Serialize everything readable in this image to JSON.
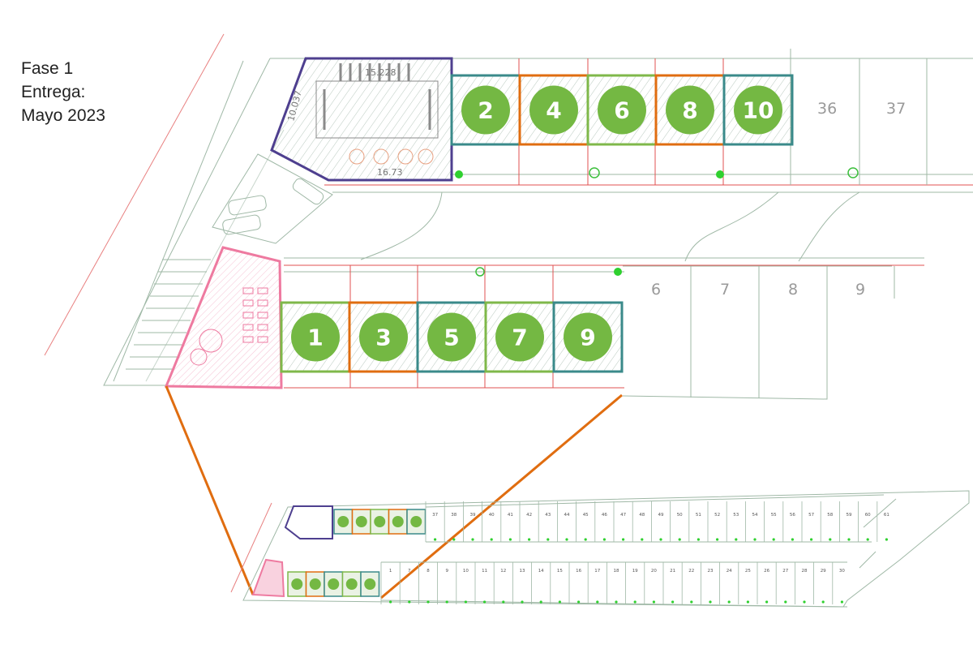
{
  "phase": {
    "line1": "Fase 1",
    "line2": "Entrega:",
    "line3": "Mayo 2023"
  },
  "colors": {
    "green_circle": "#74b843",
    "orange": "#e06d10",
    "teal": "#3a8a8a",
    "light_green": "#7fb84a",
    "purple": "#4e3f8f",
    "pink": "#ee7aa0",
    "gray_line": "#9fb8a6",
    "red_line": "#e05050"
  },
  "plan": {
    "upper_row_lots": [
      "2",
      "4",
      "6",
      "8",
      "10"
    ],
    "upper_row_borders": [
      "teal",
      "orange",
      "light_green",
      "orange",
      "teal"
    ],
    "upper_gray_lots": [
      "36",
      "37"
    ],
    "lower_row_lots": [
      "1",
      "3",
      "5",
      "7",
      "9"
    ],
    "lower_row_borders": [
      "light_green",
      "orange",
      "teal",
      "light_green",
      "teal"
    ],
    "lower_gray_lots": [
      "6",
      "7",
      "8",
      "9"
    ],
    "clubhouse_dim_top": "15.228",
    "clubhouse_dim_side": "10.037",
    "clubhouse_dim_bottom": "16.73"
  },
  "overview": {
    "top_lots": [
      "37",
      "38",
      "39",
      "40",
      "41",
      "42",
      "43",
      "44",
      "45",
      "46",
      "47",
      "48",
      "49",
      "50",
      "51",
      "52",
      "53",
      "54",
      "55",
      "56",
      "57",
      "58",
      "59",
      "60",
      "61"
    ],
    "bottom_lots": [
      "1",
      "7",
      "8",
      "9",
      "10",
      "11",
      "12",
      "13",
      "14",
      "15",
      "16",
      "17",
      "18",
      "19",
      "20",
      "21",
      "22",
      "23",
      "24",
      "25",
      "26",
      "27",
      "28",
      "29",
      "30"
    ]
  }
}
